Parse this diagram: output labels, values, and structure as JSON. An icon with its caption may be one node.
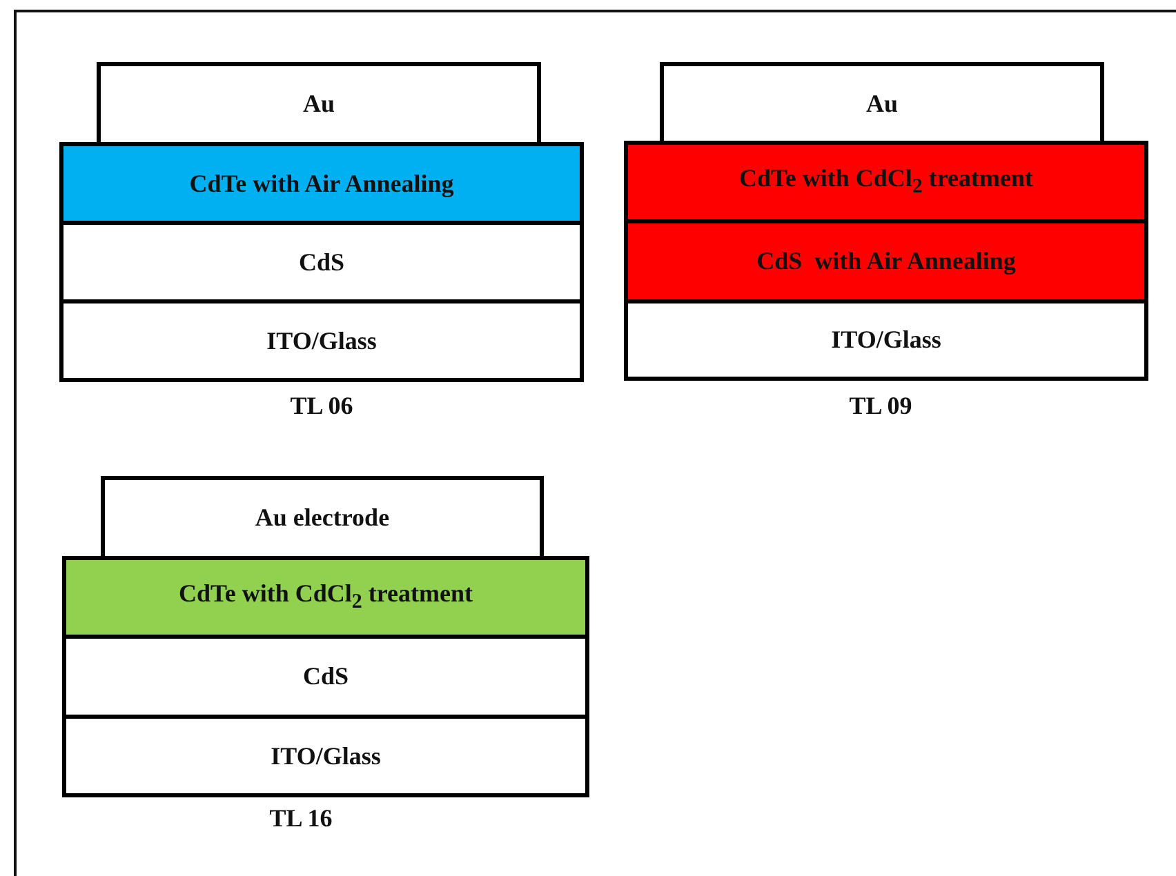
{
  "diagram": {
    "nodes": [
      {
        "text": [
          "Au"
        ]
      },
      {
        "text": [
          "CdTe with Air Annealing"
        ]
      },
      {
        "text": [
          "CdS"
        ]
      },
      {
        "text": [
          "ITO/Glass"
        ]
      },
      {
        "text": [
          "Au"
        ]
      },
      {
        "text": [
          "CdTe with CdCl$_{2}$ treatment"
        ]
      },
      {
        "text": [
          "CdS  with Air Annealing"
        ]
      },
      {
        "text": [
          "ITO/Glass"
        ]
      },
      {
        "text": [
          "Au electrode"
        ]
      },
      {
        "text": [
          "CdTe with CdCl$_{2}$ treatment"
        ]
      },
      {
        "text": [
          "CdS"
        ]
      },
      {
        "text": [
          "ITO/Glass"
        ]
      }
    ],
    "edges": [],
    "labels": [
      "TL 06",
      "TL 09",
      "TL 16"
    ]
  }
}
